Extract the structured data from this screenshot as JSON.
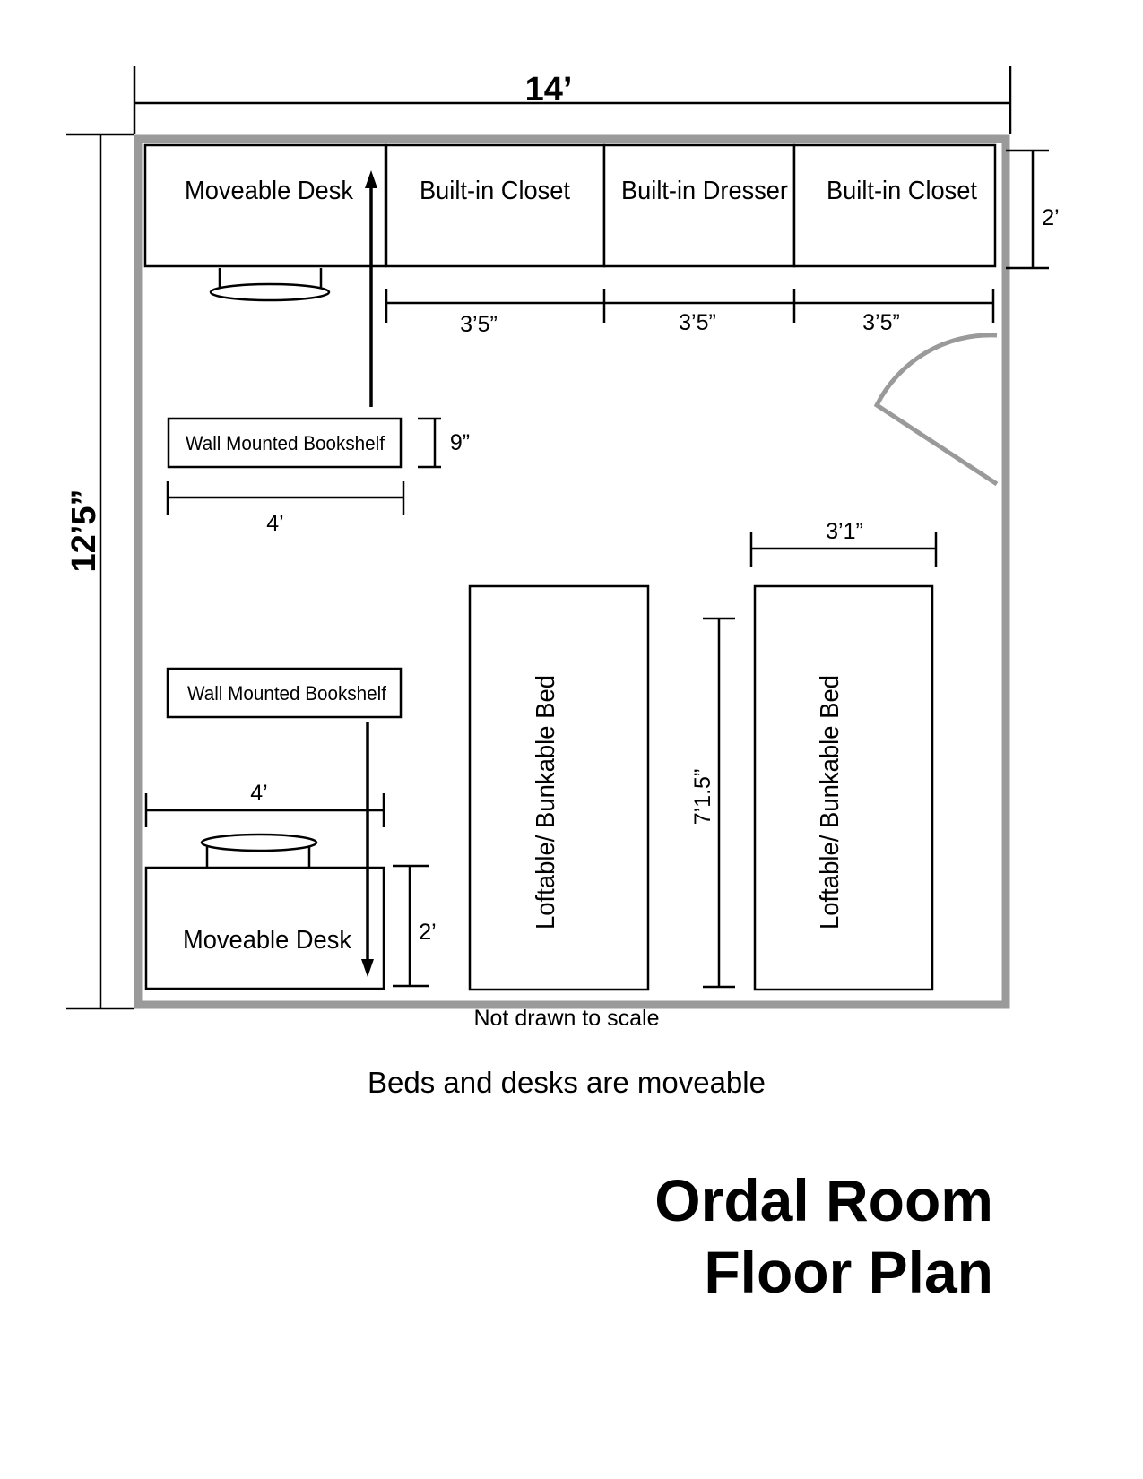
{
  "title": {
    "line1": "Ordal Room",
    "line2": "Floor Plan"
  },
  "notes": {
    "scale": "Not drawn to scale",
    "moveable": "Beds and desks are moveable"
  },
  "dimensions": {
    "room_width": "14’",
    "room_depth": "12’5”",
    "wardrobe_depth": "2’",
    "unit_width_1": "3’5”",
    "unit_width_2": "3’5”",
    "unit_width_3": "3’5”",
    "bookshelf_depth": "9”",
    "bookshelf_width_top": "4’",
    "bookshelf_width_bottom": "4’",
    "bed_width": "3’1”",
    "bed_length": "7’1.5”",
    "desk_depth": "2’"
  },
  "furniture": {
    "desk_top": "Moveable Desk",
    "closet_1": "Built-in Closet",
    "dresser": "Built-in Dresser",
    "closet_2": "Built-in Closet",
    "bookshelf_top": "Wall Mounted Bookshelf",
    "bookshelf_bottom": "Wall Mounted Bookshelf",
    "bed_left": "Loftable/ Bunkable Bed",
    "bed_right": "Loftable/ Bunkable Bed",
    "desk_bottom": "Moveable Desk"
  }
}
